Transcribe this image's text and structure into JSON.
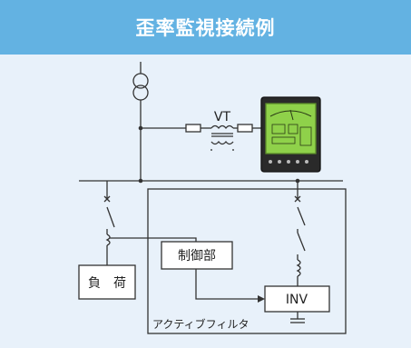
{
  "header": {
    "title": "歪率監視接続例"
  },
  "diagram": {
    "vt_label": "VT",
    "control_label": "制御部",
    "load_label": "負　荷",
    "inv_label": "INV",
    "filter_label": "アクティブフィルタ"
  },
  "colors": {
    "header_bg": "#63b2e2",
    "panel_bg": "#e8f1fa",
    "meter_screen": "#8fd14a"
  }
}
